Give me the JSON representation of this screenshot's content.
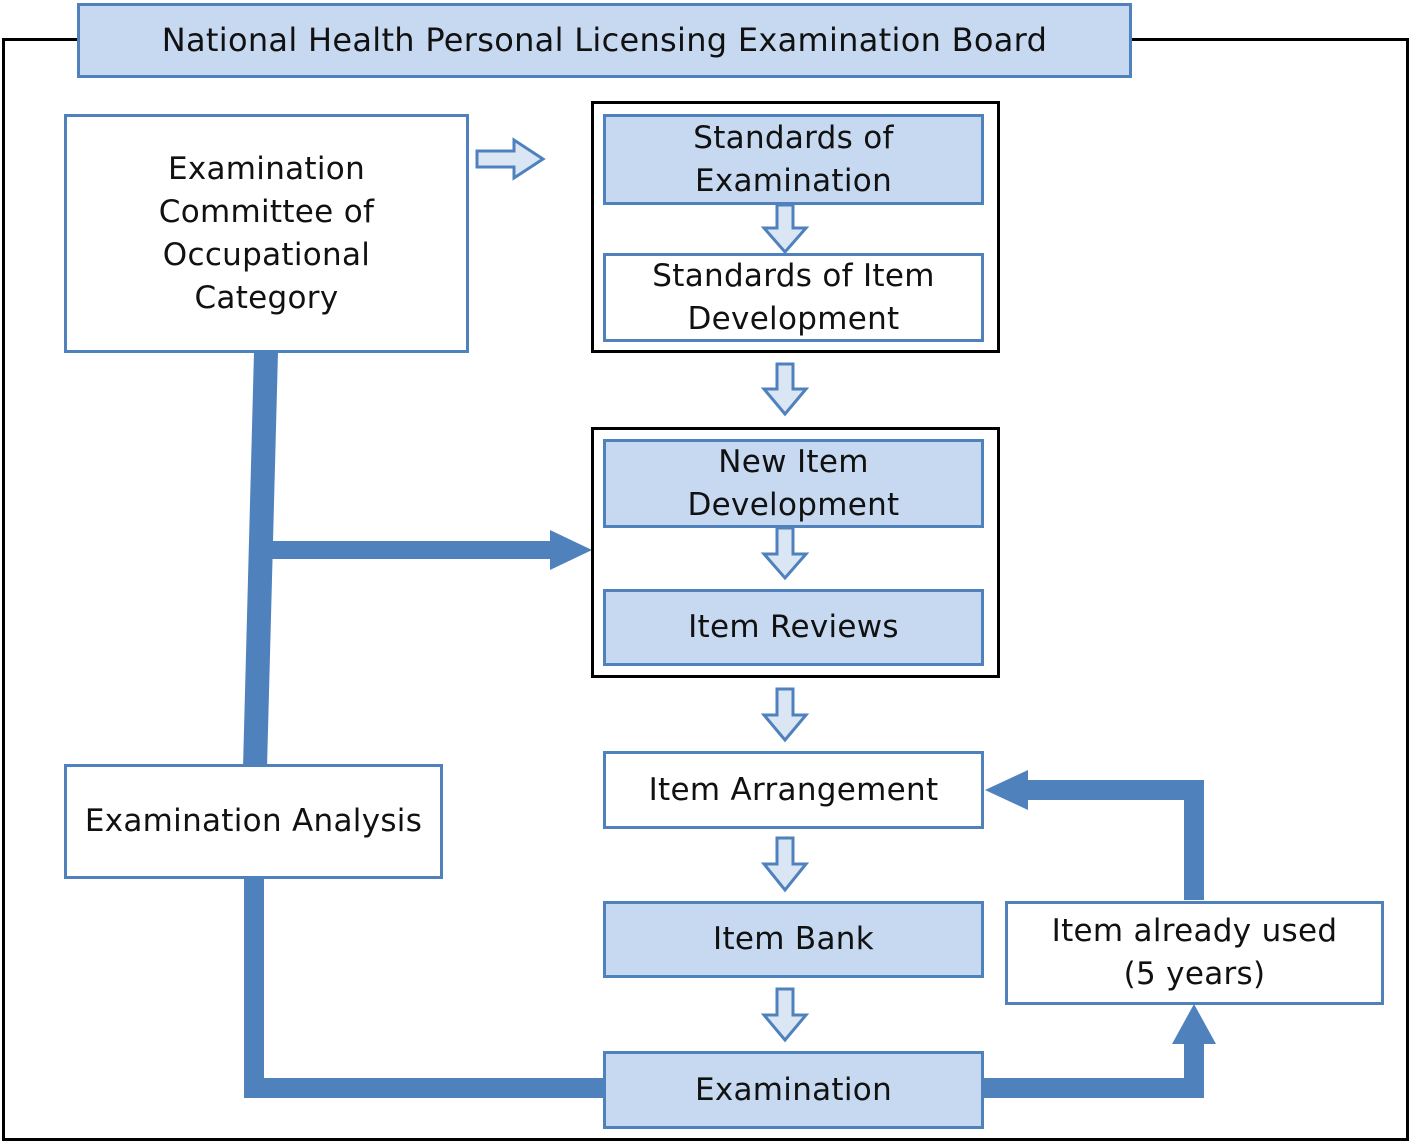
{
  "title": "National Health Personal Licensing Examination Board",
  "nodes": {
    "committee": [
      "Examination",
      "Committee of",
      "Occupational",
      "Category"
    ],
    "standards_exam": [
      "Standards of",
      "Examination"
    ],
    "standards_item": [
      "Standards of Item",
      "Development"
    ],
    "new_item": [
      "New Item",
      "Development"
    ],
    "item_reviews": "Item Reviews",
    "item_arrangement": "Item Arrangement",
    "item_bank": "Item Bank",
    "examination": "Examination",
    "exam_analysis": "Examination Analysis",
    "already_used": [
      "Item already used",
      "(5 years)"
    ]
  },
  "colors": {
    "box_border": "#4f81bd",
    "box_fill": "#c6d9f1",
    "thick_arrow": "#4f81bd",
    "outline_arrow_fill": "#c6d9f1"
  }
}
